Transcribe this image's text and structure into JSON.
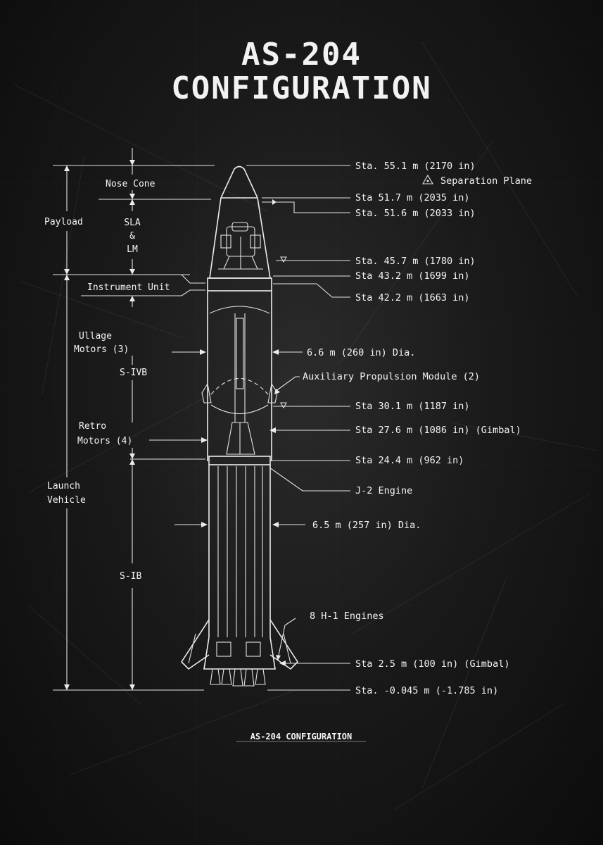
{
  "title": {
    "line1": "AS-204",
    "line2": "CONFIGURATION"
  },
  "caption": "AS-204 CONFIGURATION",
  "colors": {
    "background": "#1a1a1a",
    "chalk": "#ececec"
  },
  "left_labels": {
    "nose_cone": "Nose Cone",
    "payload": "Payload",
    "sla_1": "SLA",
    "sla_2": "&",
    "sla_3": "LM",
    "instrument_unit": "Instrument Unit",
    "ullage_1": "Ullage",
    "ullage_2": "Motors (3)",
    "s_ivb": "S-IVB",
    "retro_1": "Retro",
    "retro_2": "Motors (4)",
    "launch_1": "Launch",
    "launch_2": "Vehicle",
    "s_ib": "S-IB"
  },
  "right_labels": {
    "sta_55_1": "Sta. 55.1 m (2170 in)",
    "separation_plane": "Separation Plane",
    "sta_51_7": "Sta 51.7 m (2035 in)",
    "sta_51_6": "Sta. 51.6 m (2033 in)",
    "sta_45_7": "Sta. 45.7 m (1780 in)",
    "sta_43_2": "Sta 43.2 m (1699 in)",
    "sta_42_2": "Sta 42.2 m (1663 in)",
    "dia_6_6": "6.6 m (260 in) Dia.",
    "aux_module": "Auxiliary Propulsion Module (2)",
    "sta_30_1": "Sta 30.1 m (1187 in)",
    "sta_27_6": "Sta 27.6 m (1086 in) (Gimbal)",
    "sta_24_4": "Sta 24.4 m (962 in)",
    "j2_engine": "J-2 Engine",
    "dia_6_5": "6.5 m (257 in) Dia.",
    "h1_engines": "8 H-1 Engines",
    "sta_2_5": "Sta 2.5 m (100 in) (Gimbal)",
    "sta_neg": "Sta. -0.045 m (-1.785 in)"
  }
}
